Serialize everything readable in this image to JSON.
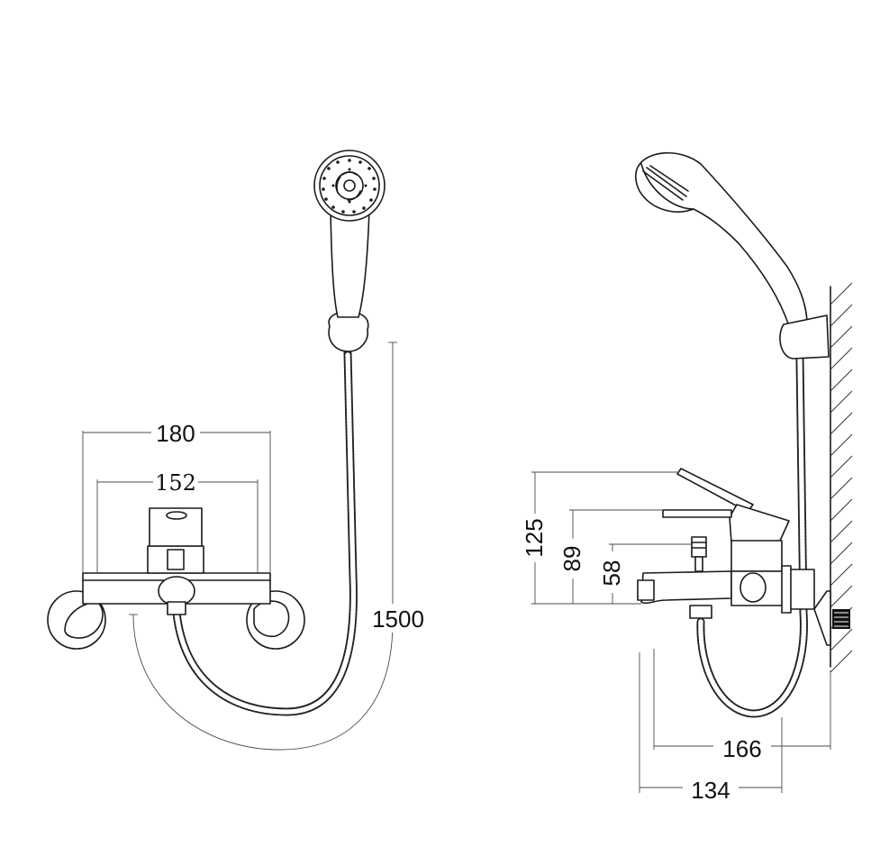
{
  "front_view": {
    "dim_outer_width": "180",
    "dim_inner_width": "152",
    "dim_hose_length": "1500"
  },
  "side_view": {
    "dim_spout_height": "125",
    "dim_lever_height": "89",
    "dim_diverter_height": "58",
    "dim_total_depth": "166",
    "dim_spout_depth": "134"
  }
}
